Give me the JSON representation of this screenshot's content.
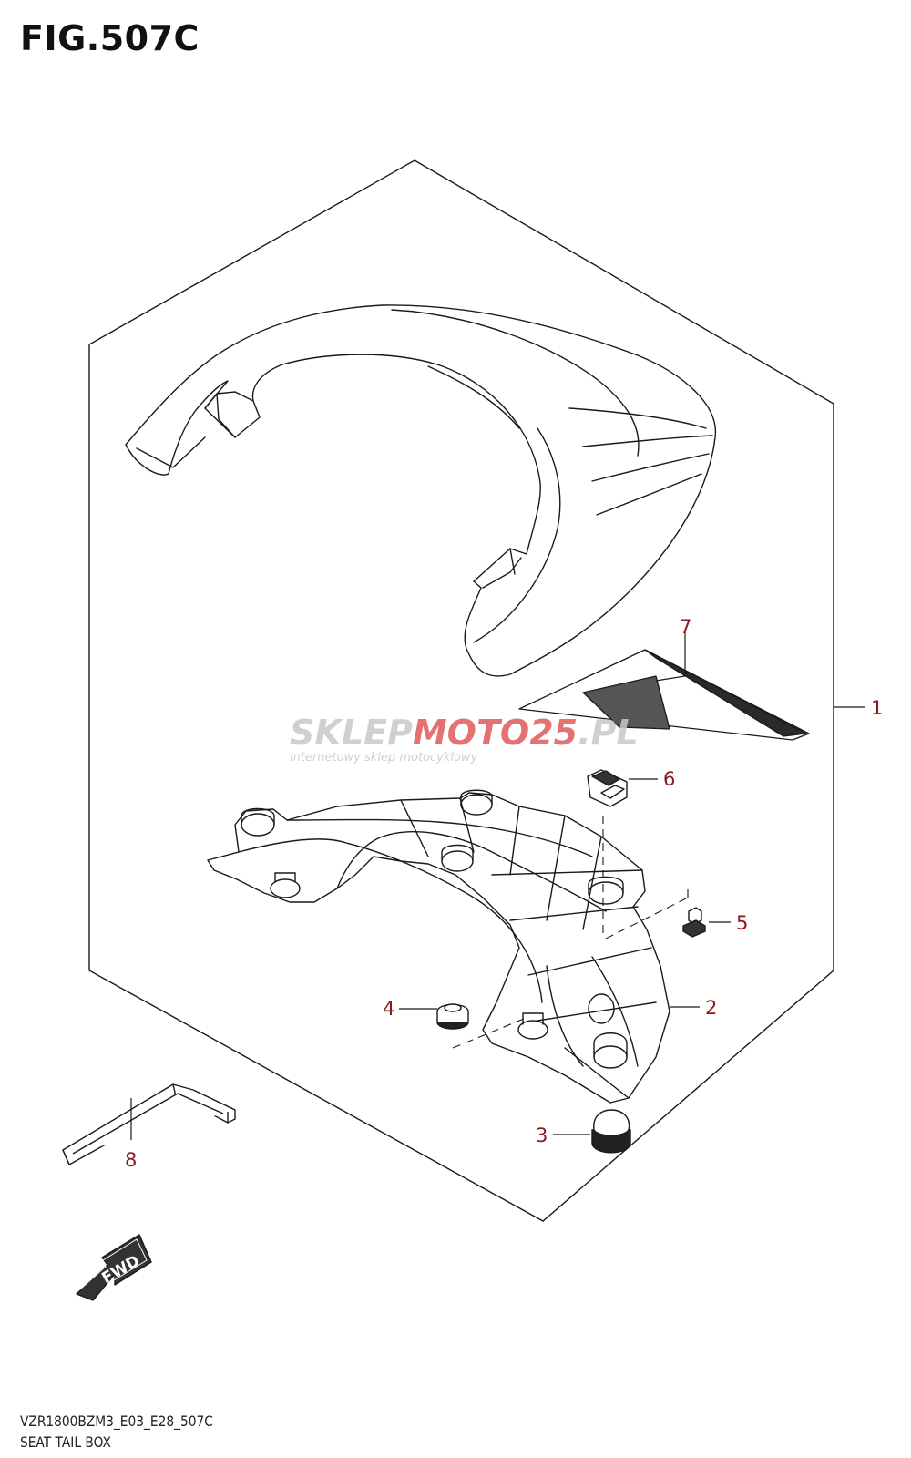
{
  "figure": {
    "title": "FIG.507C",
    "code": "VZR1800BZM3_E03_E28_507C",
    "name": "SEAT TAIL BOX"
  },
  "watermark": {
    "text_grey": "SKLEP",
    "text_red": "MOTO",
    "text_red_badge": "25",
    "text_tail": ".PL",
    "subtitle": "internetowy sklep motocyklowy"
  },
  "callouts": [
    {
      "number": "1",
      "part": "seat tail box assembly"
    },
    {
      "number": "2",
      "part": "base bracket"
    },
    {
      "number": "3",
      "part": "cushion"
    },
    {
      "number": "4",
      "part": "grommet"
    },
    {
      "number": "5",
      "part": "bolt"
    },
    {
      "number": "6",
      "part": "nut clip"
    },
    {
      "number": "7",
      "part": "pad sheet"
    },
    {
      "number": "8",
      "part": "hex wrench"
    }
  ],
  "fwd_label": "FWD",
  "colors": {
    "line": "#1a1a1a",
    "callout": "#8b1a1a",
    "watermark_grey": "#c8c8c8",
    "watermark_red": "#e05a5a"
  }
}
